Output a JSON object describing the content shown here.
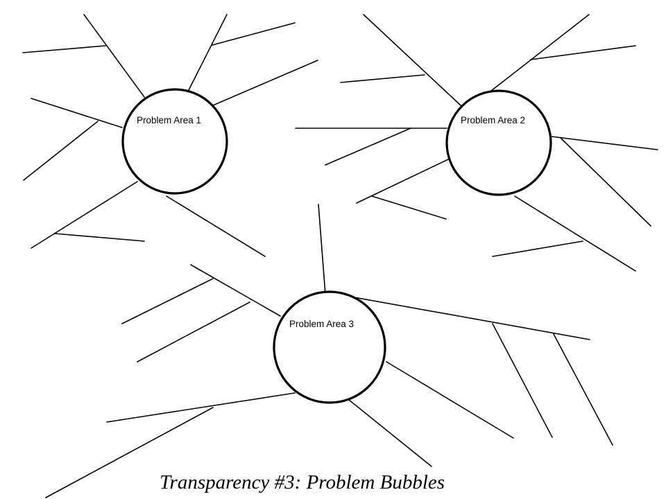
{
  "colors": {
    "ink": "#000000",
    "background": "#ffffff"
  },
  "bubbles": [
    {
      "label": "Problem Area 1"
    },
    {
      "label": "Problem Area 2"
    },
    {
      "label": "Problem Area 3"
    }
  ],
  "caption": "Transparency #3:  Problem Bubbles"
}
